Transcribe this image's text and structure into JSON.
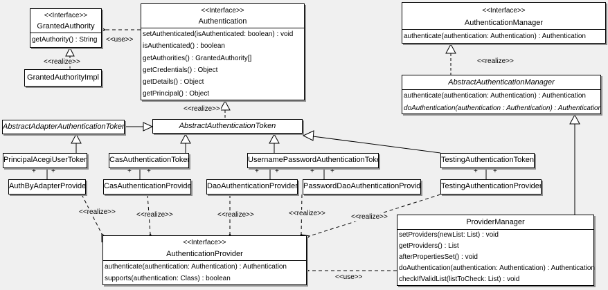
{
  "diagram": {
    "labels": {
      "realize": "<<realize>>",
      "use": "<<use>>",
      "plus": "+"
    },
    "classes": {
      "granted_authority": {
        "stereotype": "<<Interface>>",
        "name": "GrantedAuthority",
        "methods": [
          "getAuthority() : String"
        ]
      },
      "granted_authority_impl": {
        "name": "GrantedAuthorityImpl"
      },
      "authentication": {
        "stereotype": "<<Interface>>",
        "name": "Authentication",
        "methods": [
          "setAuthenticated(isAuthenticated: boolean) : void",
          "isAuthenticated() : boolean",
          "getAuthorities() : GrantedAuthority[]",
          "getCredentials() : Object",
          "getDetails() : Object",
          "getPrincipal() : Object"
        ]
      },
      "authentication_manager": {
        "stereotype": "<<Interface>>",
        "name": "AuthenticationManager",
        "methods": [
          "authenticate(authentication: Authentication) : Authentication"
        ]
      },
      "abstract_authentication_manager": {
        "name": "AbstractAuthenticationManager",
        "methods": [
          "authenticate(authentication: Authentication) : Authentication",
          "doAuthentication(authentication : Authentication) : Authentication"
        ]
      },
      "abstract_adapter_authentication_token": {
        "name": "AbstractAdapterAuthenticationToken"
      },
      "abstract_authentication_token": {
        "name": "AbstractAuthenticationToken"
      },
      "principal_acegi_user_token": {
        "name": "PrincipalAcegiUserToken"
      },
      "cas_authentication_token": {
        "name": "CasAuthenticationToken"
      },
      "username_password_authentication_token": {
        "name": "UsernamePasswordAuthenticationToken"
      },
      "testing_authentication_token": {
        "name": "TestingAuthenticationToken"
      },
      "auth_by_adapter_provider": {
        "name": "AuthByAdapterProvider"
      },
      "cas_authentication_provider": {
        "name": "CasAuthenticationProvider"
      },
      "dao_authentication_provider": {
        "name": "DaoAuthenticationProvider"
      },
      "password_dao_authentication_provider": {
        "name": "PasswordDaoAuthenticationProvider"
      },
      "testing_authentication_provider": {
        "name": "TestingAuthenticationProvider"
      },
      "authentication_provider": {
        "stereotype": "<<Interface>>",
        "name": "AuthenticationProvider",
        "methods": [
          "authenticate(authentication: Authentication) : Authentication",
          "supports(authentication: Class) : boolean"
        ]
      },
      "provider_manager": {
        "name": "ProviderManager",
        "methods": [
          "setProviders(newList: List) : void",
          "getProviders() : List",
          "afterPropertiesSet() : void",
          "doAuthentication(authentication: Authentication) : Authentication",
          "checkIfValidList(listToCheck: List) : void"
        ]
      }
    }
  }
}
